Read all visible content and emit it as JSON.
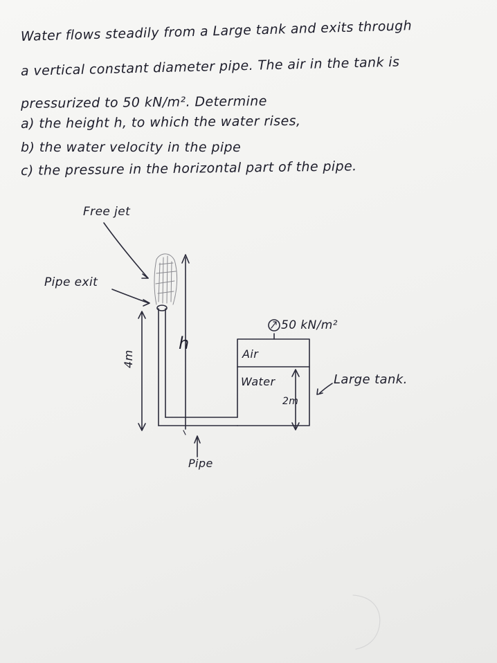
{
  "problem": {
    "lines": [
      "Water flows steadily from a Large tank and exits through",
      "a vertical constant diameter pipe. The air in the tank is",
      "pressurized to 50 kN/m². Determine",
      "a) the height h, to which the water rises,",
      "b) the water velocity in the pipe",
      "c) the pressure in the horizontal part of the pipe."
    ]
  },
  "diagram": {
    "free_jet_label": "Free jet",
    "pipe_exit_label": "Pipe exit",
    "height_label": "h",
    "pipe_length_label": "4m",
    "pressure_label": "50 kN/m²",
    "air_label": "Air",
    "water_label": "Water",
    "depth_label": "2m",
    "tank_label": "Large tank.",
    "pipe_label": "Pipe"
  }
}
